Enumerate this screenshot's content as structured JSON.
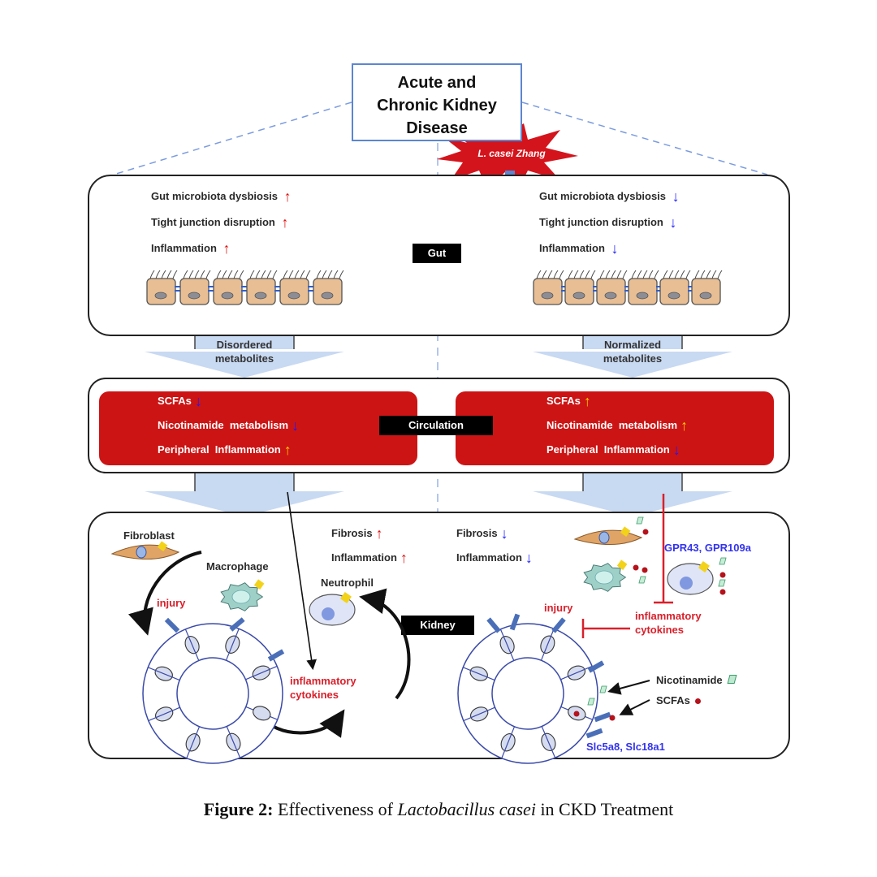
{
  "title": {
    "line1": "Acute and",
    "line2": "Chronic Kidney",
    "line3": "Disease"
  },
  "treatment_badge": "L. casei Zhang",
  "colors": {
    "panel_border": "#222222",
    "red_box": "#cc1414",
    "up_arrow_red": "#e01010",
    "down_arrow_blue": "#1a1aff",
    "up_arrow_yellow": "#ffcc00",
    "flow_arrow": "#c8d9f2",
    "tubule_blue": "#3a4aa8",
    "dashed_guide": "#7b9be0"
  },
  "gut": {
    "label": "Gut",
    "left": [
      {
        "text": "Gut microbiota dysbiosis",
        "direction": "up"
      },
      {
        "text": "Tight junction disruption",
        "direction": "up"
      },
      {
        "text": "Inflammation",
        "direction": "up"
      }
    ],
    "right": [
      {
        "text": "Gut microbiota dysbiosis",
        "direction": "down"
      },
      {
        "text": "Tight junction disruption",
        "direction": "down"
      },
      {
        "text": "Inflammation",
        "direction": "down"
      }
    ]
  },
  "flow_left": {
    "line1": "Disordered",
    "line2": "metabolites"
  },
  "flow_right": {
    "line1": "Normalized",
    "line2": "metabolites"
  },
  "circulation": {
    "label": "Circulation",
    "left": [
      {
        "text": "SCFAs",
        "direction": "down"
      },
      {
        "text": "Nicotinamide  metabolism",
        "direction": "down"
      },
      {
        "text": "Peripheral  Inflammation",
        "direction": "up"
      }
    ],
    "right": [
      {
        "text": "SCFAs",
        "direction": "up"
      },
      {
        "text": "Nicotinamide  metabolism",
        "direction": "up"
      },
      {
        "text": "Peripheral  Inflammation",
        "direction": "down"
      }
    ]
  },
  "kidney": {
    "label": "Kidney",
    "left": {
      "fibroblast": "Fibroblast",
      "macrophage": "Macrophage",
      "neutrophil": "Neutrophil",
      "injury": "injury",
      "cytokines_line1": "inflammatory",
      "cytokines_line2": "cytokines",
      "effects": [
        {
          "text": "Fibrosis",
          "direction": "up"
        },
        {
          "text": "Inflammation",
          "direction": "up"
        }
      ]
    },
    "right": {
      "effects": [
        {
          "text": "Fibrosis",
          "direction": "down"
        },
        {
          "text": "Inflammation",
          "direction": "down"
        }
      ],
      "receptors": "GPR43, GPR109a",
      "injury": "injury",
      "cytokines_line1": "inflammatory",
      "cytokines_line2": "cytokines",
      "nicotinamide": "Nicotinamide",
      "scfas": "SCFAs",
      "transporters": "Slc5a8, Slc18a1"
    }
  },
  "arrow_glyphs": {
    "up": "↑",
    "down": "↓"
  },
  "caption": {
    "label": "Figure 2:",
    "text_before": " Effectiveness of ",
    "italic": "Lactobacillus casei",
    "text_after": " in CKD Treatment"
  }
}
